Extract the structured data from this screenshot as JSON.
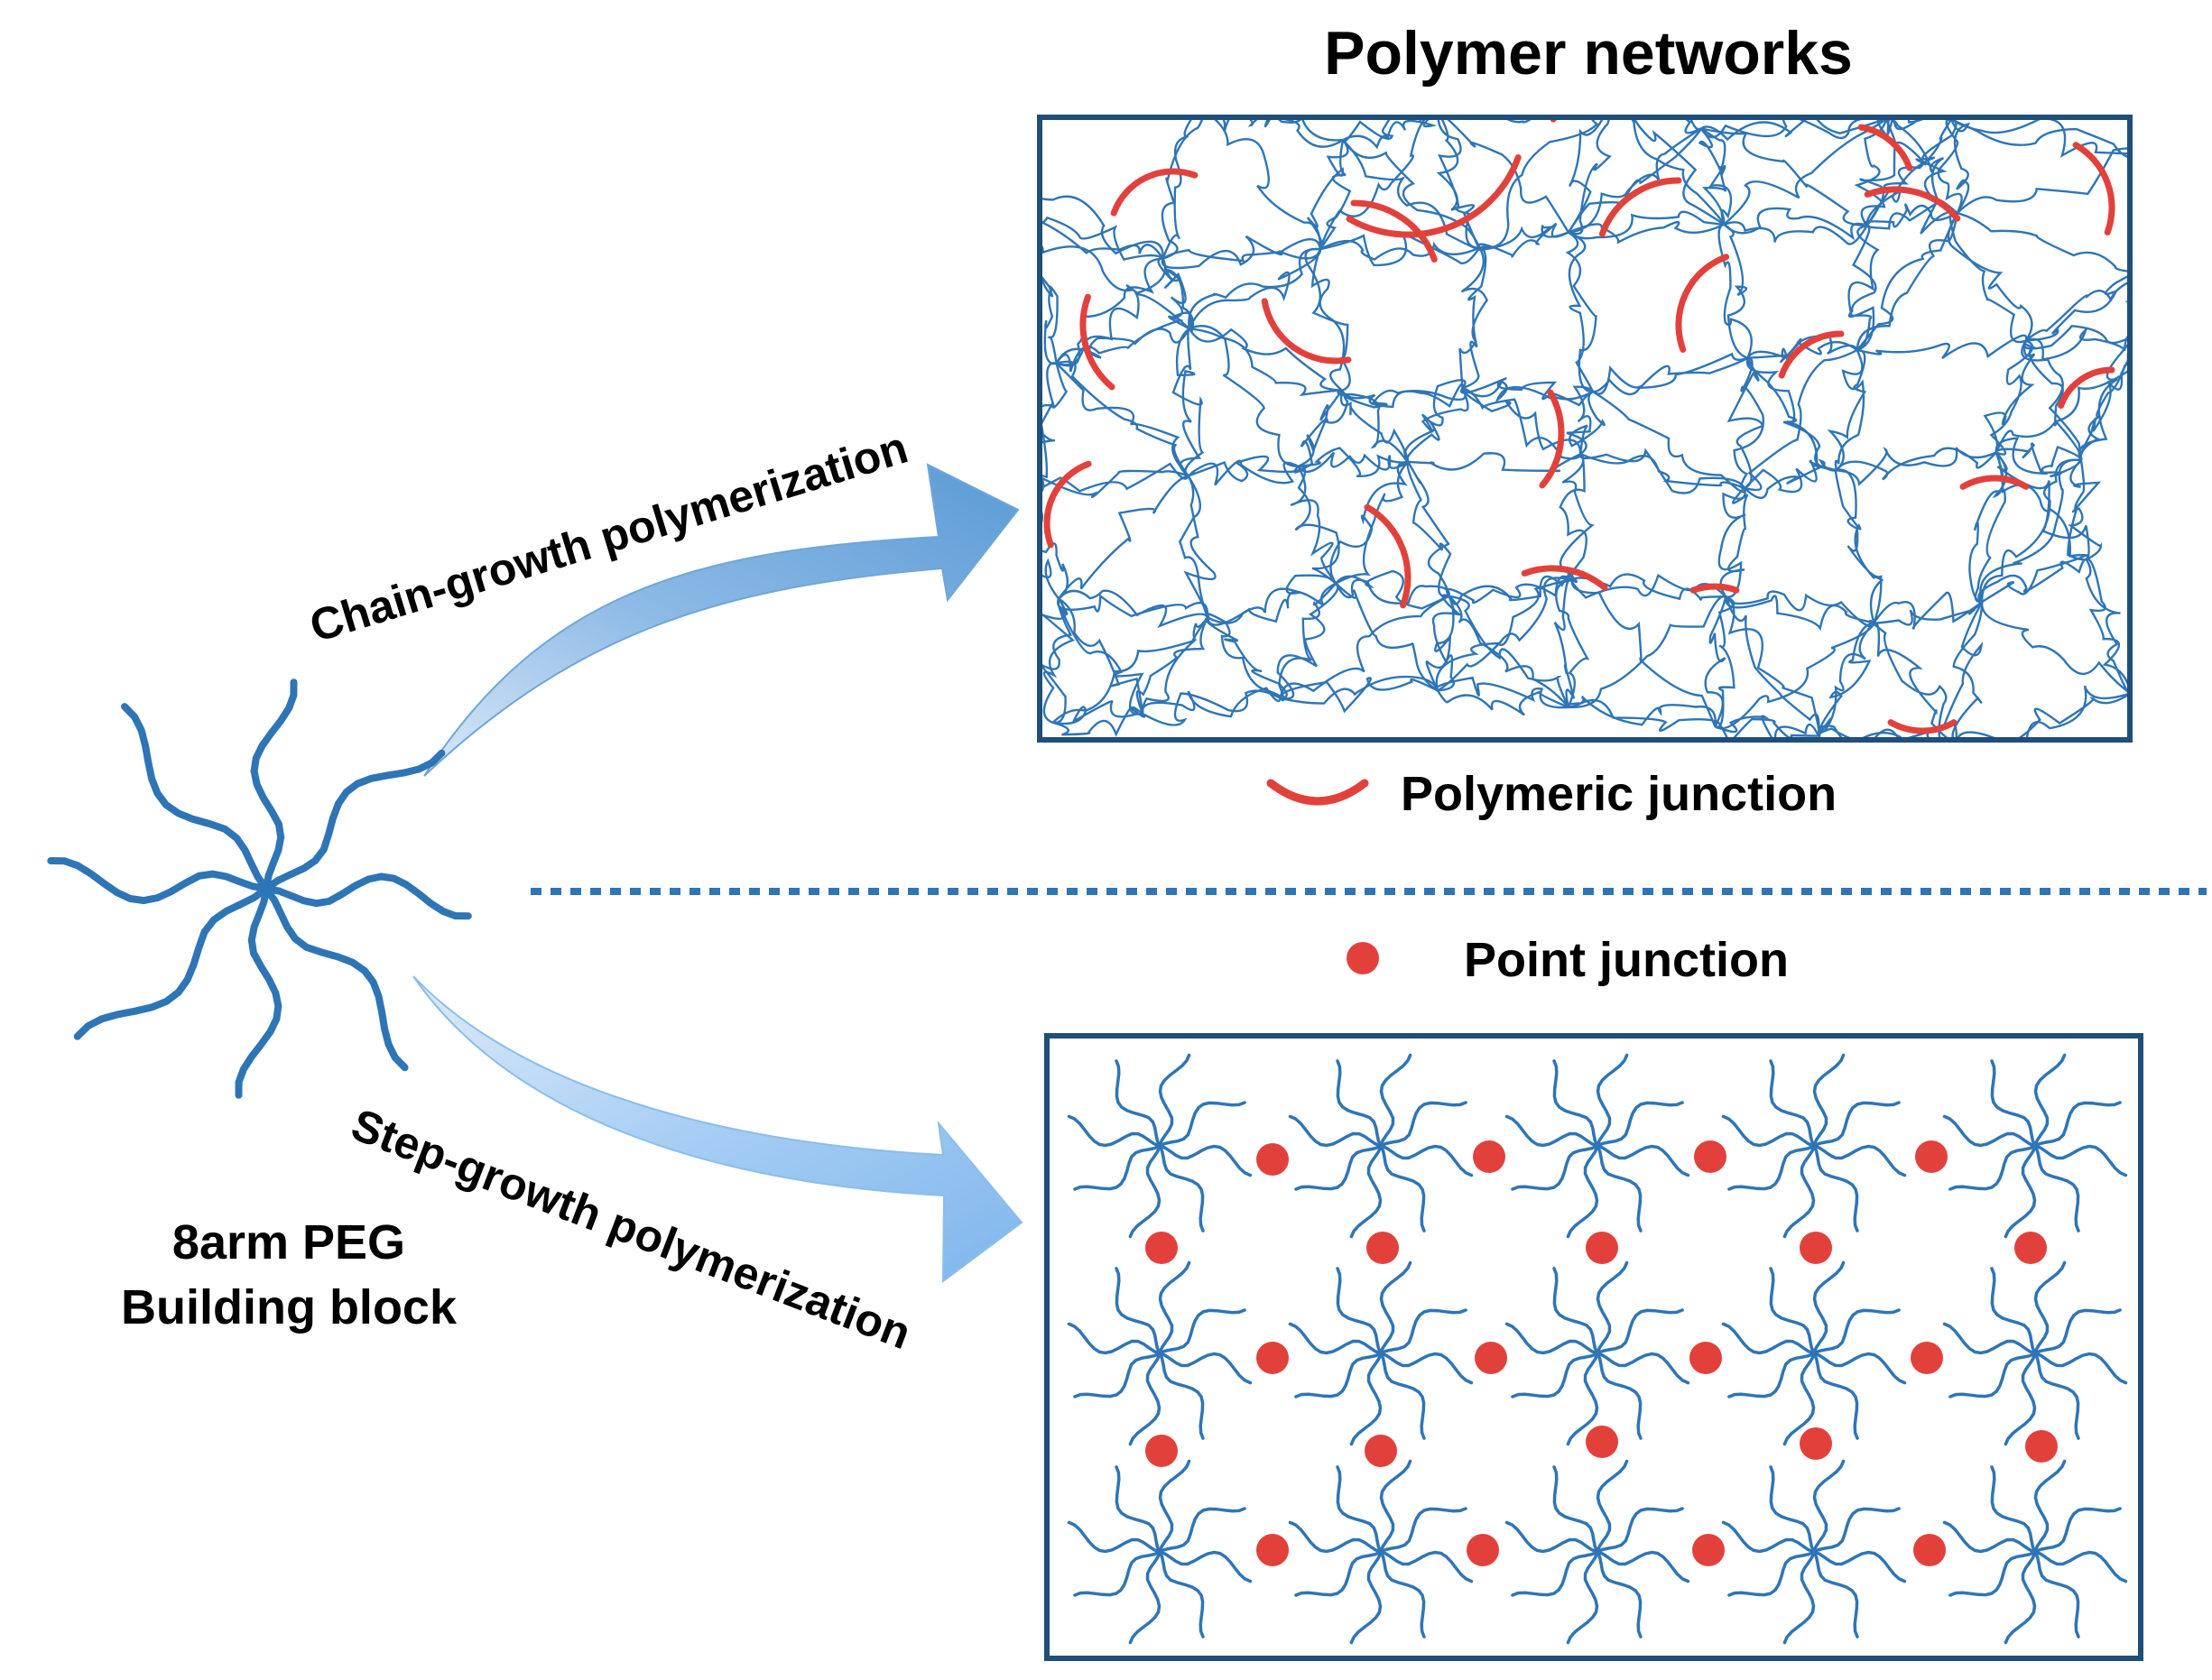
{
  "title": "Polymer networks",
  "building_block": {
    "line1": "8arm PEG",
    "line2": "Building block"
  },
  "routes": {
    "chain": "Chain-growth polymerization",
    "step": "Step-growth polymerization"
  },
  "legend": {
    "polymeric": "Polymeric junction",
    "point": "Point junction"
  },
  "colors": {
    "chain_blue": "#2e75b6",
    "junction_red": "#e2413b",
    "frame": "#1f4e79",
    "arrow_top": "#5b9bd5",
    "arrow_bottom": "#7fb6ec",
    "divider": "#2e75b6"
  }
}
